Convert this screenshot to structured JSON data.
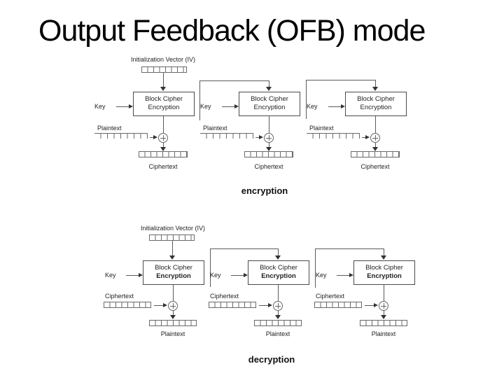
{
  "title": "Output Feedback (OFB) mode",
  "captions": {
    "encryption": "encryption",
    "decryption": "decryption"
  },
  "diagrams": {
    "encryption": {
      "iv_label": "Initialization Vector (IV)",
      "key_label": "Key",
      "block_line1": "Block Cipher",
      "block_line2": "Encryption",
      "input_label": "Plaintext",
      "output_label": "Ciphertext"
    },
    "decryption": {
      "iv_label": "Initialization Vector (IV)",
      "key_label": "Key",
      "block_line1": "Block Cipher",
      "block_line2": "Encryption",
      "input_label": "Ciphertext",
      "output_label": "Plaintext"
    }
  },
  "symbols": {
    "xor": "⊕"
  },
  "register_cells": 8,
  "colors": {
    "background": "#ffffff",
    "title_text": "#000000",
    "diagram_text": "#1f1f1f",
    "line": "#5a5a5a"
  }
}
